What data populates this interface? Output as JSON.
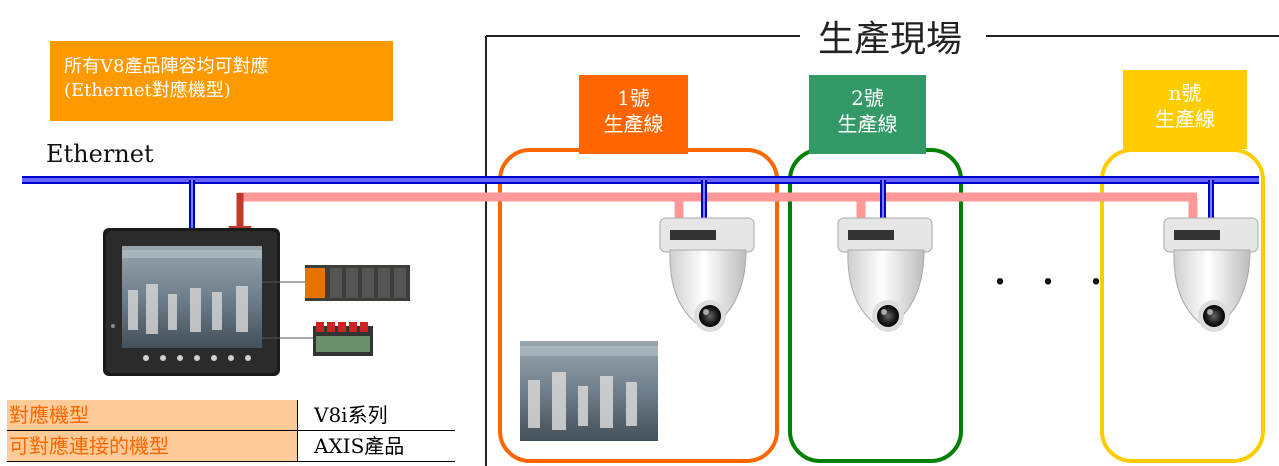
{
  "note": {
    "line1": "所有V8產品陣容均可對應",
    "line2": "(Ethernet對應機型)"
  },
  "site": {
    "title": "生產現場"
  },
  "network": {
    "label": "Ethernet"
  },
  "production_lines": [
    {
      "number": "1號",
      "name": "生產線",
      "color": "#ff6600"
    },
    {
      "number": "2號",
      "name": "生產線",
      "color": "#339966"
    },
    {
      "number": "n號",
      "name": "生產線",
      "color": "#ffcc00"
    }
  ],
  "ellipsis": "・・・",
  "spec_table": [
    {
      "key": "對應機型",
      "value": "V8i系列"
    },
    {
      "key": "可對應連接的機型",
      "value": "AXIS產品"
    }
  ],
  "colors": {
    "ethernet": "#3333ff",
    "video_link": "#ff9999",
    "line1_frame": "#ff6600",
    "line2_frame": "#008000",
    "linen_frame": "#ffcc00"
  }
}
